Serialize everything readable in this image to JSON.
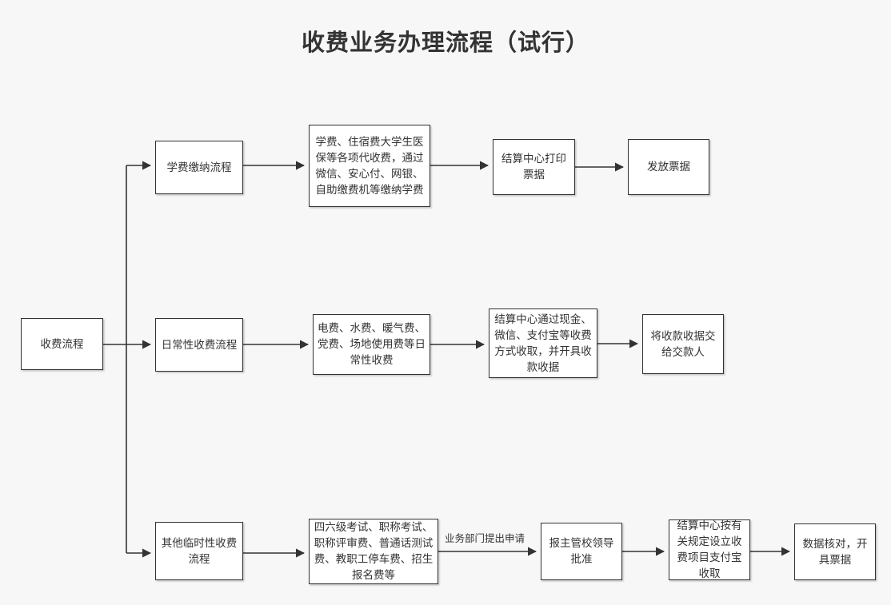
{
  "page": {
    "title": "收费业务办理流程（试行）",
    "background_color": "#f7f7f7",
    "node_fill": "#ffffff",
    "node_border": "#333333",
    "text_color": "#333333"
  },
  "nodes": {
    "root": "收费流程",
    "branch1": "学费缴纳流程",
    "branch1_detail": "学费、住宿费大学生医保等各项代收费，通过微信、安心付、网银、自助缴费机等缴纳学费",
    "branch1_step3": "结算中心打印票据",
    "branch1_step4": "发放票据",
    "branch2": "日常性收费流程",
    "branch2_detail": "电费、水费、暖气费、党费、场地使用费等日常性收费",
    "branch2_step3": "结算中心通过现金、微信、支付宝等收费方式收取，并开具收款收据",
    "branch2_step4": "将收款收据交给交款人",
    "branch3": "其他临时性收费流程",
    "branch3_detail": "四六级考试、职称考试、职称评审费、普通话测试费、教职工停车费、招生报名费等",
    "branch3_step3": "报主管校领导批准",
    "branch3_step4": "结算中心按有关规定设立收费项目支付宝收取",
    "branch3_step5": "数据核对，开具票据"
  },
  "edge_labels": {
    "apply": "业务部门提出申请"
  }
}
